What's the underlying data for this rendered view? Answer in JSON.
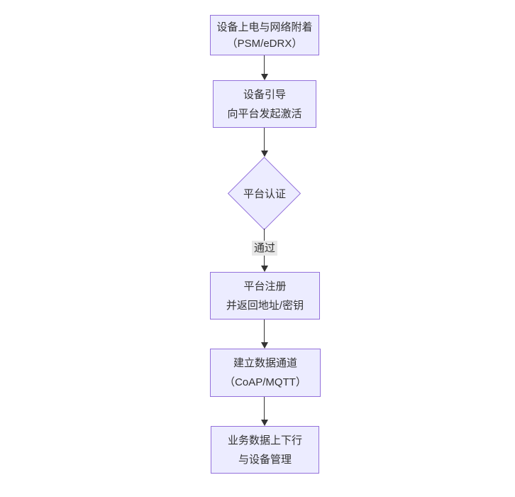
{
  "diagram": {
    "type": "flowchart",
    "direction": "top-down",
    "background": "#ffffff",
    "style": {
      "node_fill": "#ECECFF",
      "node_border": "#9370DB",
      "text_color": "#333333",
      "arrow_color": "#333333",
      "edge_label_bg": "#e8e8e8"
    },
    "nodes": [
      {
        "id": "attach",
        "shape": "rect",
        "lines": [
          "设备上电与网络附着",
          "（PSM/eDRX）"
        ]
      },
      {
        "id": "bootstrap",
        "shape": "rect",
        "lines": [
          "设备引导",
          "向平台发起激活"
        ]
      },
      {
        "id": "auth",
        "shape": "diamond",
        "lines": [
          "平台认证"
        ]
      },
      {
        "id": "register",
        "shape": "rect",
        "lines": [
          "平台注册",
          "并返回地址/密钥"
        ]
      },
      {
        "id": "channel",
        "shape": "rect",
        "lines": [
          "建立数据通道",
          "（CoAP/MQTT）"
        ]
      },
      {
        "id": "business",
        "shape": "rect",
        "lines": [
          "业务数据上下行",
          "与设备管理"
        ]
      }
    ],
    "edges": [
      {
        "from": "attach",
        "to": "bootstrap",
        "label": ""
      },
      {
        "from": "bootstrap",
        "to": "auth",
        "label": ""
      },
      {
        "from": "auth",
        "to": "register",
        "label": "通过"
      },
      {
        "from": "register",
        "to": "channel",
        "label": ""
      },
      {
        "from": "channel",
        "to": "business",
        "label": ""
      }
    ]
  }
}
